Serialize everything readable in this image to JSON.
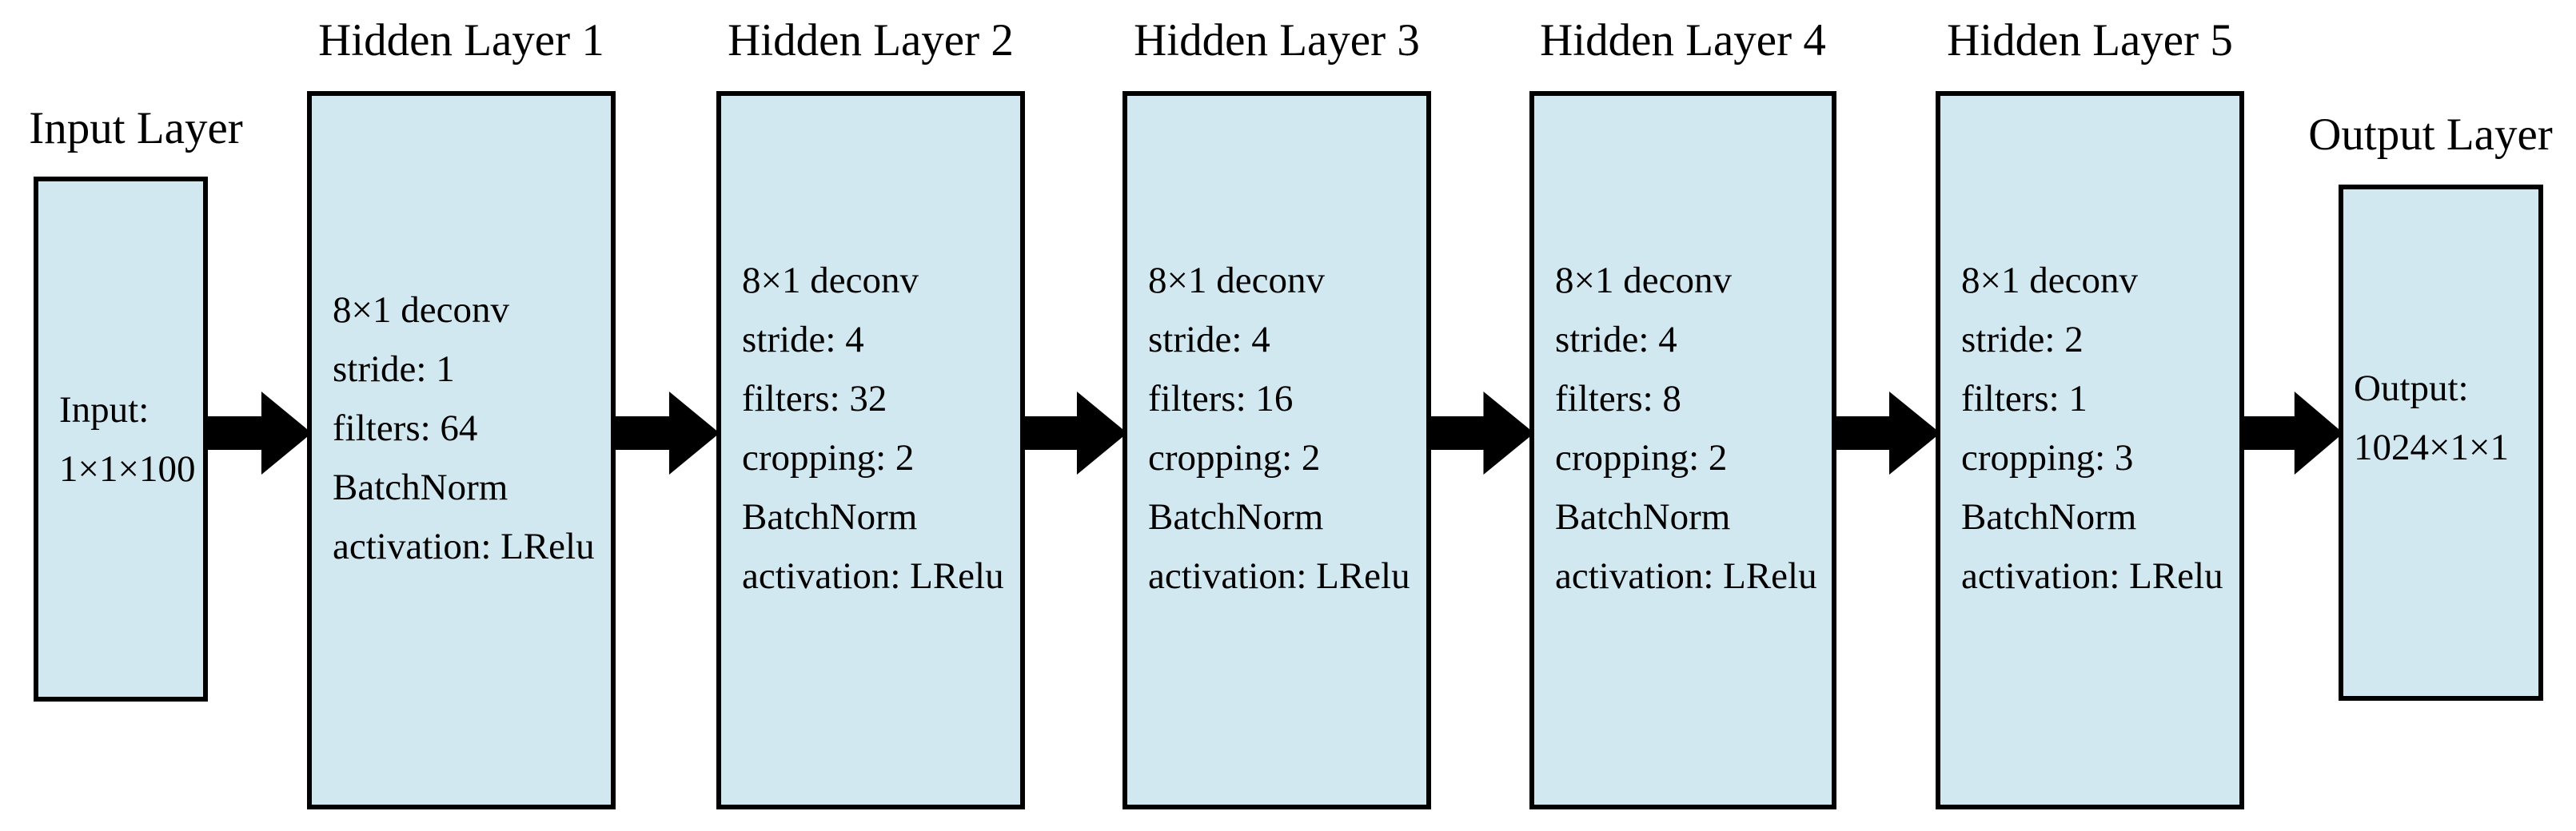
{
  "colors": {
    "background": "#ffffff",
    "box_fill": "#d2e8f0",
    "box_border": "#000000",
    "arrow": "#000000",
    "text": "#000000"
  },
  "icons": {
    "arrow": "right-block-arrow"
  },
  "layers": [
    {
      "title": "Input Layer",
      "lines": [
        "Input:",
        "1×1×100"
      ]
    },
    {
      "title": "Hidden Layer 1",
      "lines": [
        "8×1 deconv",
        "stride: 1",
        "filters: 64",
        "BatchNorm",
        "activation: LRelu"
      ]
    },
    {
      "title": "Hidden Layer 2",
      "lines": [
        "8×1 deconv",
        "stride: 4",
        "filters: 32",
        "cropping: 2",
        "BatchNorm",
        "activation: LRelu"
      ]
    },
    {
      "title": "Hidden Layer 3",
      "lines": [
        "8×1 deconv",
        "stride: 4",
        "filters: 16",
        "cropping: 2",
        "BatchNorm",
        "activation: LRelu"
      ]
    },
    {
      "title": "Hidden Layer 4",
      "lines": [
        "8×1 deconv",
        "stride: 4",
        "filters: 8",
        "cropping: 2",
        "BatchNorm",
        "activation: LRelu"
      ]
    },
    {
      "title": "Hidden Layer 5",
      "lines": [
        "8×1 deconv",
        "stride: 2",
        "filters: 1",
        "cropping: 3",
        "BatchNorm",
        "activation: LRelu"
      ]
    },
    {
      "title": "Output Layer",
      "lines": [
        "Output:",
        "1024×1×1"
      ]
    }
  ]
}
